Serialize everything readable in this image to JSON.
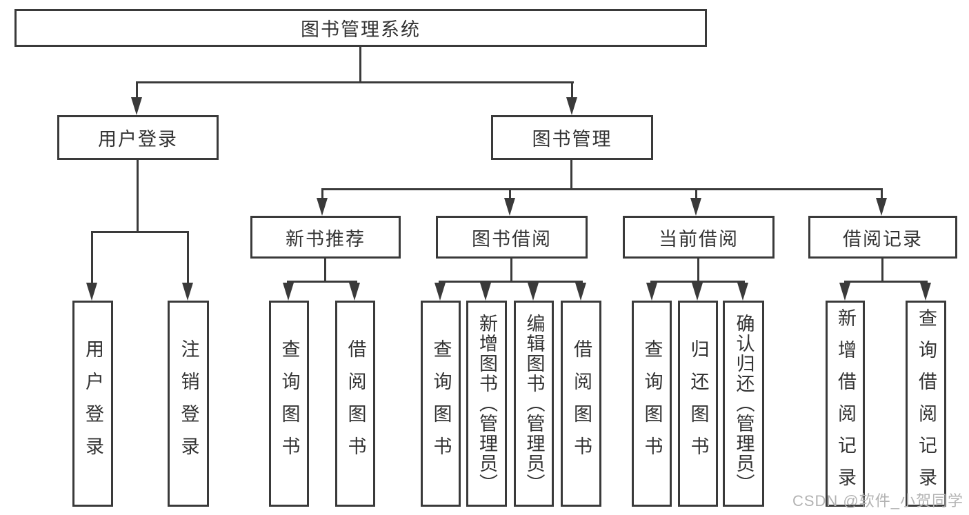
{
  "colors": {
    "line": "#3a3a3a",
    "text": "#333333",
    "background": "#ffffff",
    "watermark": "#b3b3b3"
  },
  "tree": {
    "root": "图书管理系统",
    "branches": [
      {
        "label": "用户登录",
        "children": [
          "用户登录",
          "注销登录"
        ]
      },
      {
        "label": "图书管理",
        "sections": [
          {
            "label": "新书推荐",
            "children": [
              "查询图书",
              "借阅图书"
            ]
          },
          {
            "label": "图书借阅",
            "children": [
              "查询图书",
              "新增图书（管理员）",
              "编辑图书（管理员）",
              "借阅图书"
            ]
          },
          {
            "label": "当前借阅",
            "children": [
              "查询图书",
              "归还图书",
              "确认归还（管理员）"
            ]
          },
          {
            "label": "借阅记录",
            "children": [
              "新增借阅记录",
              "查询借阅记录"
            ]
          }
        ]
      }
    ]
  },
  "watermark": "CSDN @软件_小贺同学"
}
